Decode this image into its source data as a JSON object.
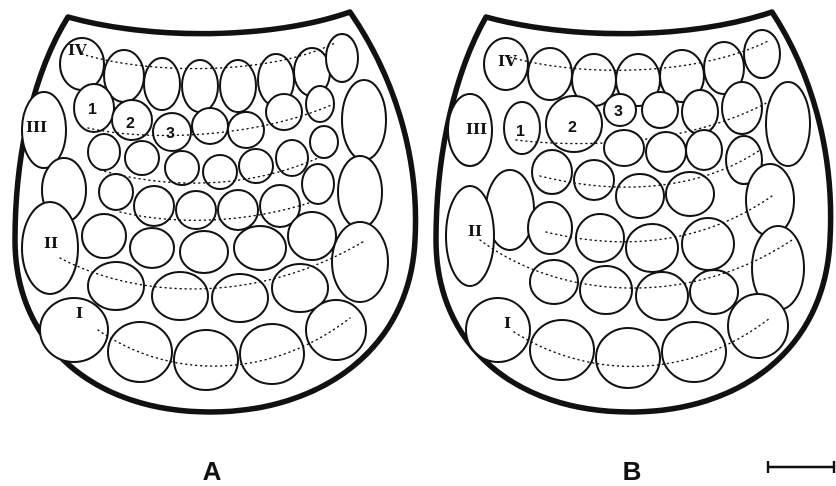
{
  "panels": [
    {
      "id": "A",
      "label": "A",
      "row_labels": [
        "IV",
        "III",
        "II",
        "I"
      ],
      "cell_labels": [
        "1",
        "2",
        "3"
      ]
    },
    {
      "id": "B",
      "label": "B",
      "row_labels": [
        "IV",
        "III",
        "II",
        "I"
      ],
      "cell_labels": [
        "1",
        "2",
        "3"
      ]
    }
  ]
}
